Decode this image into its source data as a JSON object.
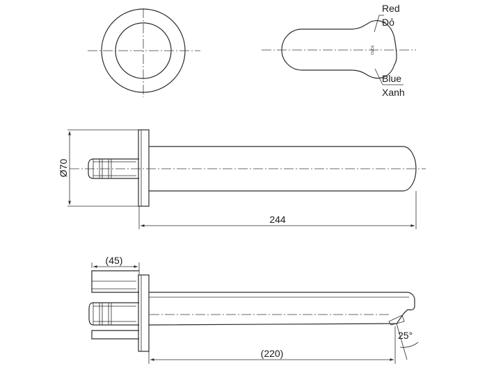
{
  "front_view": {
    "label_red": "Red",
    "label_do": "Đỏ",
    "label_blue": "Blue",
    "label_xanh": "Xanh",
    "brand_mark": "TOTO"
  },
  "top_view": {
    "diameter_label": "Ø70",
    "length_label": "244"
  },
  "side_view": {
    "depth_label": "(45)",
    "projection_label": "(220)",
    "angle_label": "25°"
  }
}
